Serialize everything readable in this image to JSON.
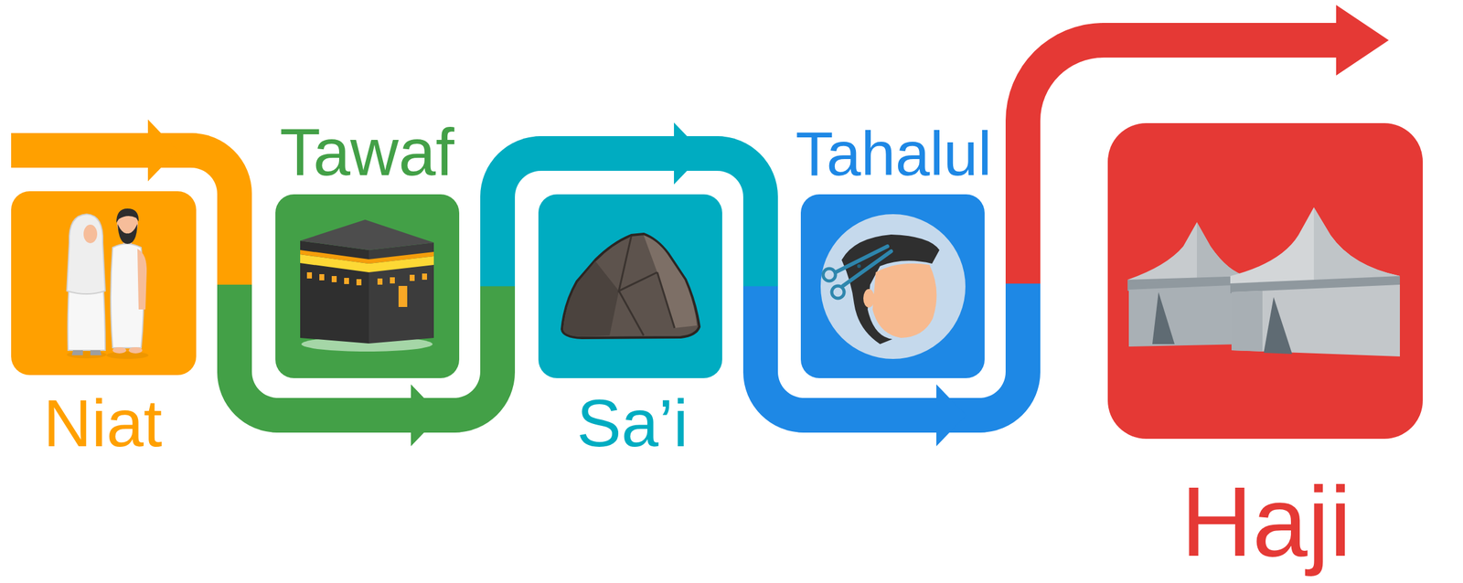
{
  "diagram": {
    "nodes": [
      {
        "text": [
          "Niat"
        ]
      },
      {
        "text": [
          "Tawaf"
        ]
      },
      {
        "text": [
          "Sa’i"
        ]
      },
      {
        "text": [
          "Tahalul"
        ]
      },
      {
        "text": [
          "Haji"
        ]
      }
    ],
    "edges": [
      {
        "from": 0,
        "to": 1,
        "arrow": "to"
      },
      {
        "from": 1,
        "to": 2,
        "arrow": "to"
      },
      {
        "from": 2,
        "to": 3,
        "arrow": "to"
      },
      {
        "from": 3,
        "to": 4,
        "arrow": "to"
      }
    ]
  }
}
